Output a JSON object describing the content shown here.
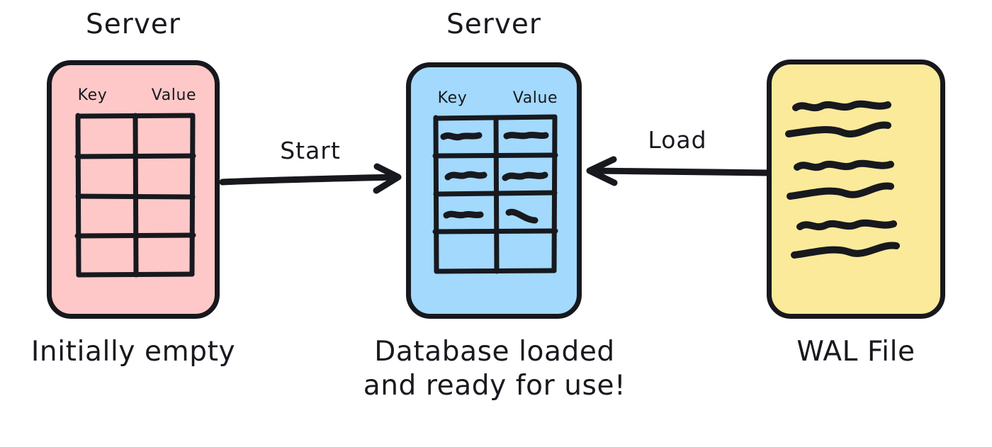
{
  "diagram": {
    "title_left": "Server",
    "title_center": "Server",
    "columns": {
      "key": "Key",
      "value": "Value"
    },
    "nodes": [
      {
        "id": "empty-server",
        "title": "Server",
        "caption": "Initially empty",
        "color": "#FEC8C8",
        "kind": "key-value-table",
        "rows": 4,
        "filled_rows": 0
      },
      {
        "id": "loaded-server",
        "title": "Server",
        "caption_line1": "Database loaded",
        "caption_line2": "and ready for use!",
        "color": "#A3D9FD",
        "kind": "key-value-table",
        "rows": 4,
        "filled_rows": 3
      },
      {
        "id": "wal-file",
        "title": "",
        "caption": "WAL File",
        "color": "#FBEA9A",
        "kind": "document",
        "line_count": 6
      }
    ],
    "arrows": [
      {
        "id": "start-arrow",
        "label": "Start",
        "direction": "right",
        "from": "empty-server",
        "to": "loaded-server"
      },
      {
        "id": "load-arrow",
        "label": "Load",
        "direction": "left",
        "from": "wal-file",
        "to": "loaded-server"
      }
    ],
    "captions": {
      "left": "Initially empty",
      "center_line1": "Database loaded",
      "center_line2": "and ready for use!",
      "right": "WAL File"
    },
    "colors": {
      "ink": "#17191e",
      "pink": "#FEC8C8",
      "blue": "#A3D9FD",
      "yellow": "#FBEA9A",
      "background": "#FFFFFF"
    }
  }
}
